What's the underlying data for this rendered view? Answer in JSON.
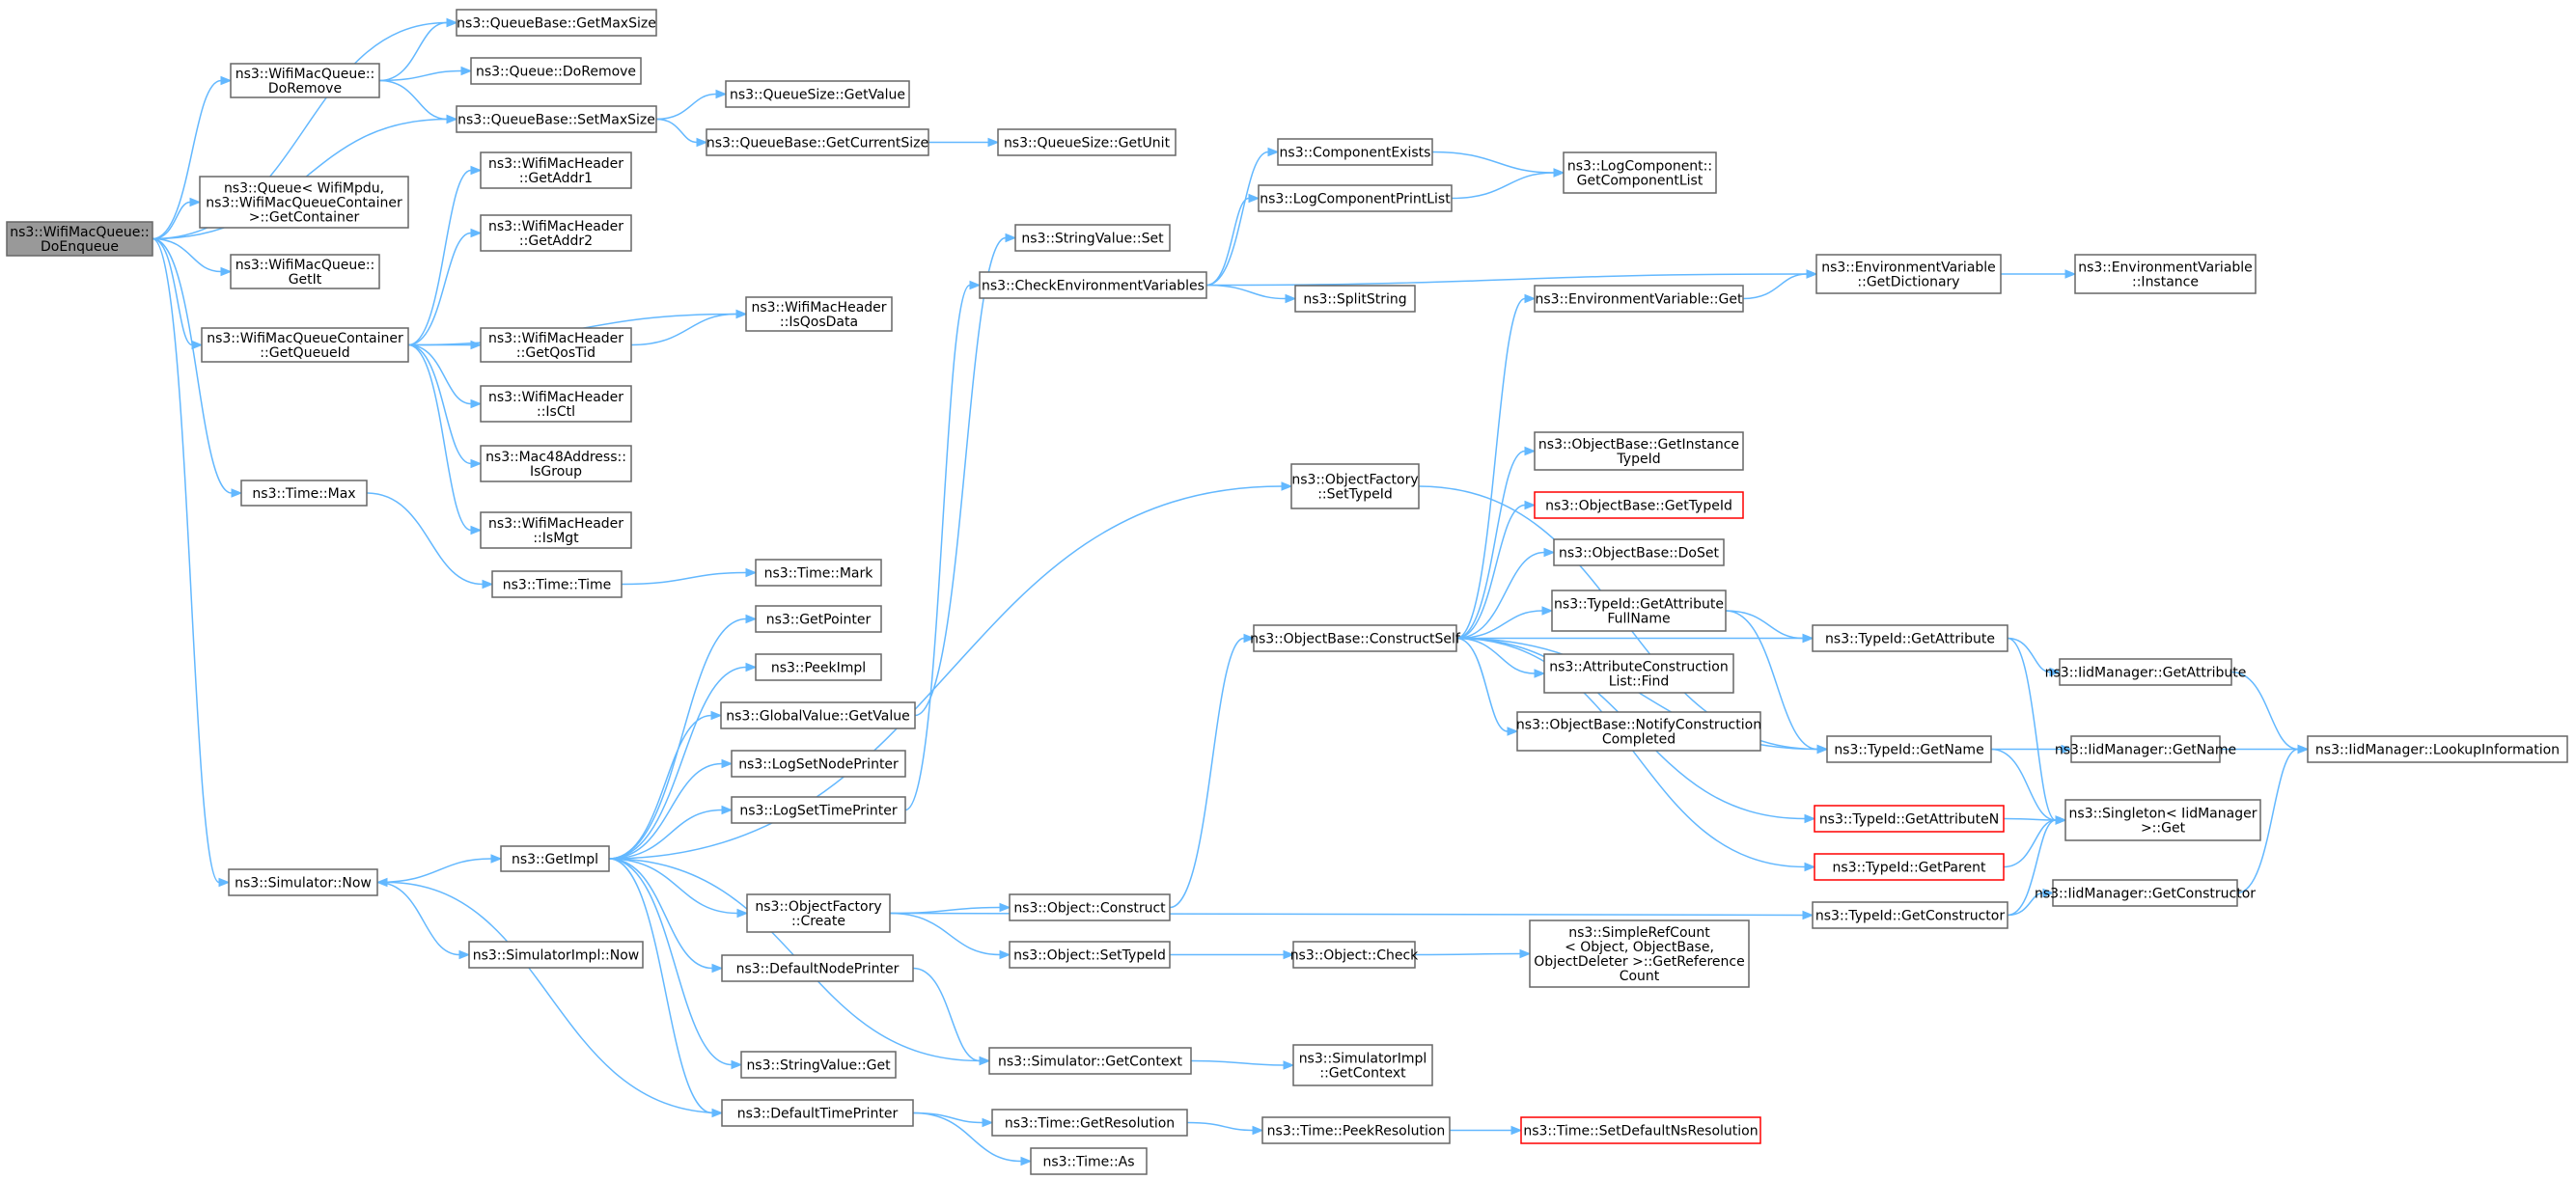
{
  "colors": {
    "edge": "#63b8ff",
    "node_border": "#666666",
    "root_fill": "#999999",
    "highlight_border": "#ff0000"
  },
  "nodes": [
    {
      "id": "root",
      "lines": [
        "ns3::WifiMacQueue::",
        "DoEnqueue"
      ],
      "root": true
    },
    {
      "id": "qb_getmax",
      "lines": [
        "ns3::QueueBase::GetMaxSize"
      ]
    },
    {
      "id": "wmq_doremove",
      "lines": [
        "ns3::WifiMacQueue::",
        "DoRemove"
      ]
    },
    {
      "id": "q_doremove",
      "lines": [
        "ns3::Queue::DoRemove"
      ]
    },
    {
      "id": "qb_setmax",
      "lines": [
        "ns3::QueueBase::SetMaxSize"
      ]
    },
    {
      "id": "qs_getvalue",
      "lines": [
        "ns3::QueueSize::GetValue"
      ]
    },
    {
      "id": "qb_getcur",
      "lines": [
        "ns3::QueueBase::GetCurrentSize"
      ]
    },
    {
      "id": "qs_getunit",
      "lines": [
        "ns3::QueueSize::GetUnit"
      ]
    },
    {
      "id": "q_getcontainer",
      "lines": [
        "ns3::Queue< WifiMpdu,",
        "ns3::WifiMacQueueContainer",
        ">::GetContainer"
      ]
    },
    {
      "id": "wmh_addr1",
      "lines": [
        "ns3::WifiMacHeader",
        "::GetAddr1"
      ]
    },
    {
      "id": "wmh_addr2",
      "lines": [
        "ns3::WifiMacHeader",
        "::GetAddr2"
      ]
    },
    {
      "id": "wmq_getit",
      "lines": [
        "ns3::WifiMacQueue::",
        "GetIt"
      ]
    },
    {
      "id": "wmqc_getqueueid",
      "lines": [
        "ns3::WifiMacQueueContainer",
        "::GetQueueId"
      ]
    },
    {
      "id": "wmh_isqosdata",
      "lines": [
        "ns3::WifiMacHeader",
        "::IsQosData"
      ]
    },
    {
      "id": "wmh_getqostid",
      "lines": [
        "ns3::WifiMacHeader",
        "::GetQosTid"
      ]
    },
    {
      "id": "wmh_isctl",
      "lines": [
        "ns3::WifiMacHeader",
        "::IsCtl"
      ]
    },
    {
      "id": "mac48_isgroup",
      "lines": [
        "ns3::Mac48Address::",
        "IsGroup"
      ]
    },
    {
      "id": "wmh_ismgt",
      "lines": [
        "ns3::WifiMacHeader",
        "::IsMgt"
      ]
    },
    {
      "id": "time_max",
      "lines": [
        "ns3::Time::Max"
      ]
    },
    {
      "id": "time_time",
      "lines": [
        "ns3::Time::Time"
      ]
    },
    {
      "id": "time_mark",
      "lines": [
        "ns3::Time::Mark"
      ]
    },
    {
      "id": "sim_now",
      "lines": [
        "ns3::Simulator::Now"
      ]
    },
    {
      "id": "getimpl",
      "lines": [
        "ns3::GetImpl"
      ]
    },
    {
      "id": "simimpl_now",
      "lines": [
        "ns3::SimulatorImpl::Now"
      ]
    },
    {
      "id": "getpointer",
      "lines": [
        "ns3::GetPointer"
      ]
    },
    {
      "id": "peekimpl",
      "lines": [
        "ns3::PeekImpl"
      ]
    },
    {
      "id": "gv_getvalue",
      "lines": [
        "ns3::GlobalValue::GetValue"
      ]
    },
    {
      "id": "logsetnode",
      "lines": [
        "ns3::LogSetNodePrinter"
      ]
    },
    {
      "id": "logsettime",
      "lines": [
        "ns3::LogSetTimePrinter"
      ]
    },
    {
      "id": "of_create",
      "lines": [
        "ns3::ObjectFactory",
        "::Create"
      ]
    },
    {
      "id": "defnodeprinter",
      "lines": [
        "ns3::DefaultNodePrinter"
      ]
    },
    {
      "id": "sv_get",
      "lines": [
        "ns3::StringValue::Get"
      ]
    },
    {
      "id": "deftimeprinter",
      "lines": [
        "ns3::DefaultTimePrinter"
      ]
    },
    {
      "id": "sv_set",
      "lines": [
        "ns3::StringValue::Set"
      ]
    },
    {
      "id": "checkenv",
      "lines": [
        "ns3::CheckEnvironmentVariables"
      ]
    },
    {
      "id": "compexists",
      "lines": [
        "ns3::ComponentExists"
      ]
    },
    {
      "id": "logcompprint",
      "lines": [
        "ns3::LogComponentPrintList"
      ]
    },
    {
      "id": "logcomp_getlist",
      "lines": [
        "ns3::LogComponent::",
        "GetComponentList"
      ]
    },
    {
      "id": "splitstring",
      "lines": [
        "ns3::SplitString"
      ]
    },
    {
      "id": "envvar_getdict",
      "lines": [
        "ns3::EnvironmentVariable",
        "::GetDictionary"
      ]
    },
    {
      "id": "envvar_instance",
      "lines": [
        "ns3::EnvironmentVariable",
        "::Instance"
      ]
    },
    {
      "id": "envvar_get",
      "lines": [
        "ns3::EnvironmentVariable::Get"
      ]
    },
    {
      "id": "of_settypeid",
      "lines": [
        "ns3::ObjectFactory",
        "::SetTypeId"
      ]
    },
    {
      "id": "ob_getinst",
      "lines": [
        "ns3::ObjectBase::GetInstance",
        "TypeId"
      ]
    },
    {
      "id": "ob_gettypeid",
      "lines": [
        "ns3::ObjectBase::GetTypeId"
      ],
      "red": true
    },
    {
      "id": "ob_doset",
      "lines": [
        "ns3::ObjectBase::DoSet"
      ]
    },
    {
      "id": "ob_construct",
      "lines": [
        "ns3::ObjectBase::ConstructSelf"
      ]
    },
    {
      "id": "tid_getattrfull",
      "lines": [
        "ns3::TypeId::GetAttribute",
        "FullName"
      ]
    },
    {
      "id": "attrcons_find",
      "lines": [
        "ns3::AttributeConstruction",
        "List::Find"
      ]
    },
    {
      "id": "ob_notify",
      "lines": [
        "ns3::ObjectBase::NotifyConstruction",
        "Completed"
      ]
    },
    {
      "id": "tid_getattr",
      "lines": [
        "ns3::TypeId::GetAttribute"
      ]
    },
    {
      "id": "iid_getattr",
      "lines": [
        "ns3::IidManager::GetAttribute"
      ]
    },
    {
      "id": "tid_getname",
      "lines": [
        "ns3::TypeId::GetName"
      ]
    },
    {
      "id": "iid_getname",
      "lines": [
        "ns3::IidManager::GetName"
      ]
    },
    {
      "id": "iid_lookup",
      "lines": [
        "ns3::IidManager::LookupInformation"
      ]
    },
    {
      "id": "tid_getattrn",
      "lines": [
        "ns3::TypeId::GetAttributeN"
      ],
      "red": true
    },
    {
      "id": "singleton_get",
      "lines": [
        "ns3::Singleton< IidManager",
        ">::Get"
      ]
    },
    {
      "id": "tid_getparent",
      "lines": [
        "ns3::TypeId::GetParent"
      ],
      "red": true
    },
    {
      "id": "tid_getctor",
      "lines": [
        "ns3::TypeId::GetConstructor"
      ]
    },
    {
      "id": "iid_getctor",
      "lines": [
        "ns3::IidManager::GetConstructor"
      ]
    },
    {
      "id": "obj_construct",
      "lines": [
        "ns3::Object::Construct"
      ]
    },
    {
      "id": "obj_settypeid",
      "lines": [
        "ns3::Object::SetTypeId"
      ]
    },
    {
      "id": "obj_check",
      "lines": [
        "ns3::Object::Check"
      ]
    },
    {
      "id": "simplerefcount",
      "lines": [
        "ns3::SimpleRefCount",
        "< Object, ObjectBase,",
        "ObjectDeleter >::GetReference",
        "Count"
      ]
    },
    {
      "id": "sim_getcontext",
      "lines": [
        "ns3::Simulator::GetContext"
      ]
    },
    {
      "id": "simimpl_getcontext",
      "lines": [
        "ns3::SimulatorImpl",
        "::GetContext"
      ]
    },
    {
      "id": "time_getres",
      "lines": [
        "ns3::Time::GetResolution"
      ]
    },
    {
      "id": "time_peekres",
      "lines": [
        "ns3::Time::PeekResolution"
      ]
    },
    {
      "id": "time_setdefns",
      "lines": [
        "ns3::Time::SetDefaultNsResolution"
      ],
      "red": true
    },
    {
      "id": "time_as",
      "lines": [
        "ns3::Time::As"
      ]
    }
  ],
  "edges": [
    [
      "root",
      "qb_getmax"
    ],
    [
      "root",
      "wmq_doremove"
    ],
    [
      "root",
      "qb_setmax"
    ],
    [
      "root",
      "q_getcontainer"
    ],
    [
      "root",
      "wmq_getit"
    ],
    [
      "root",
      "wmqc_getqueueid"
    ],
    [
      "root",
      "time_max"
    ],
    [
      "root",
      "sim_now"
    ],
    [
      "wmq_doremove",
      "qb_getmax"
    ],
    [
      "wmq_doremove",
      "q_doremove"
    ],
    [
      "wmq_doremove",
      "qb_setmax"
    ],
    [
      "qb_setmax",
      "qs_getvalue"
    ],
    [
      "qb_setmax",
      "qb_getcur"
    ],
    [
      "qb_getcur",
      "qs_getunit"
    ],
    [
      "wmqc_getqueueid",
      "wmh_addr1"
    ],
    [
      "wmqc_getqueueid",
      "wmh_addr2"
    ],
    [
      "wmqc_getqueueid",
      "wmh_isqosdata"
    ],
    [
      "wmqc_getqueueid",
      "wmh_getqostid"
    ],
    [
      "wmqc_getqueueid",
      "wmh_isctl"
    ],
    [
      "wmqc_getqueueid",
      "mac48_isgroup"
    ],
    [
      "wmqc_getqueueid",
      "wmh_ismgt"
    ],
    [
      "wmh_getqostid",
      "wmh_isqosdata"
    ],
    [
      "time_max",
      "time_time"
    ],
    [
      "time_time",
      "time_mark"
    ],
    [
      "sim_now",
      "getimpl"
    ],
    [
      "sim_now",
      "simimpl_now"
    ],
    [
      "getimpl",
      "getpointer"
    ],
    [
      "getimpl",
      "peekimpl"
    ],
    [
      "getimpl",
      "gv_getvalue"
    ],
    [
      "getimpl",
      "logsetnode"
    ],
    [
      "getimpl",
      "logsettime"
    ],
    [
      "getimpl",
      "of_create"
    ],
    [
      "getimpl",
      "defnodeprinter"
    ],
    [
      "getimpl",
      "sv_get"
    ],
    [
      "getimpl",
      "deftimeprinter"
    ],
    [
      "getimpl",
      "sim_getcontext"
    ],
    [
      "getimpl",
      "of_settypeid"
    ],
    [
      "gv_getvalue",
      "sv_set"
    ],
    [
      "logsettime",
      "checkenv"
    ],
    [
      "checkenv",
      "compexists"
    ],
    [
      "checkenv",
      "logcompprint"
    ],
    [
      "checkenv",
      "splitstring"
    ],
    [
      "checkenv",
      "envvar_getdict"
    ],
    [
      "compexists",
      "logcomp_getlist"
    ],
    [
      "logcompprint",
      "logcomp_getlist"
    ],
    [
      "envvar_getdict",
      "envvar_instance"
    ],
    [
      "envvar_get",
      "envvar_getdict"
    ],
    [
      "of_settypeid",
      "tid_getname"
    ],
    [
      "ob_construct",
      "envvar_get"
    ],
    [
      "ob_construct",
      "ob_getinst"
    ],
    [
      "ob_construct",
      "ob_gettypeid"
    ],
    [
      "ob_construct",
      "ob_doset"
    ],
    [
      "ob_construct",
      "tid_getattrfull"
    ],
    [
      "ob_construct",
      "attrcons_find"
    ],
    [
      "ob_construct",
      "ob_notify"
    ],
    [
      "ob_construct",
      "tid_getattr"
    ],
    [
      "ob_construct",
      "tid_getname"
    ],
    [
      "ob_construct",
      "tid_getattrn"
    ],
    [
      "ob_construct",
      "tid_getparent"
    ],
    [
      "tid_getattrfull",
      "tid_getattr"
    ],
    [
      "tid_getattrfull",
      "tid_getname"
    ],
    [
      "tid_getattr",
      "iid_getattr"
    ],
    [
      "tid_getattr",
      "singleton_get"
    ],
    [
      "iid_getattr",
      "iid_lookup"
    ],
    [
      "tid_getname",
      "iid_getname"
    ],
    [
      "tid_getname",
      "singleton_get"
    ],
    [
      "iid_getname",
      "iid_lookup"
    ],
    [
      "tid_getattrn",
      "singleton_get"
    ],
    [
      "tid_getparent",
      "singleton_get"
    ],
    [
      "tid_getctor",
      "singleton_get"
    ],
    [
      "tid_getctor",
      "iid_getctor"
    ],
    [
      "iid_getctor",
      "iid_lookup"
    ],
    [
      "of_create",
      "obj_construct"
    ],
    [
      "of_create",
      "obj_settypeid"
    ],
    [
      "of_create",
      "tid_getctor"
    ],
    [
      "obj_construct",
      "ob_construct"
    ],
    [
      "obj_settypeid",
      "obj_check"
    ],
    [
      "obj_check",
      "simplerefcount"
    ],
    [
      "defnodeprinter",
      "sim_getcontext"
    ],
    [
      "sim_getcontext",
      "simimpl_getcontext"
    ],
    [
      "deftimeprinter",
      "sim_now"
    ],
    [
      "deftimeprinter",
      "time_getres"
    ],
    [
      "deftimeprinter",
      "time_as"
    ],
    [
      "time_getres",
      "time_peekres"
    ],
    [
      "time_peekres",
      "time_setdefns"
    ]
  ]
}
